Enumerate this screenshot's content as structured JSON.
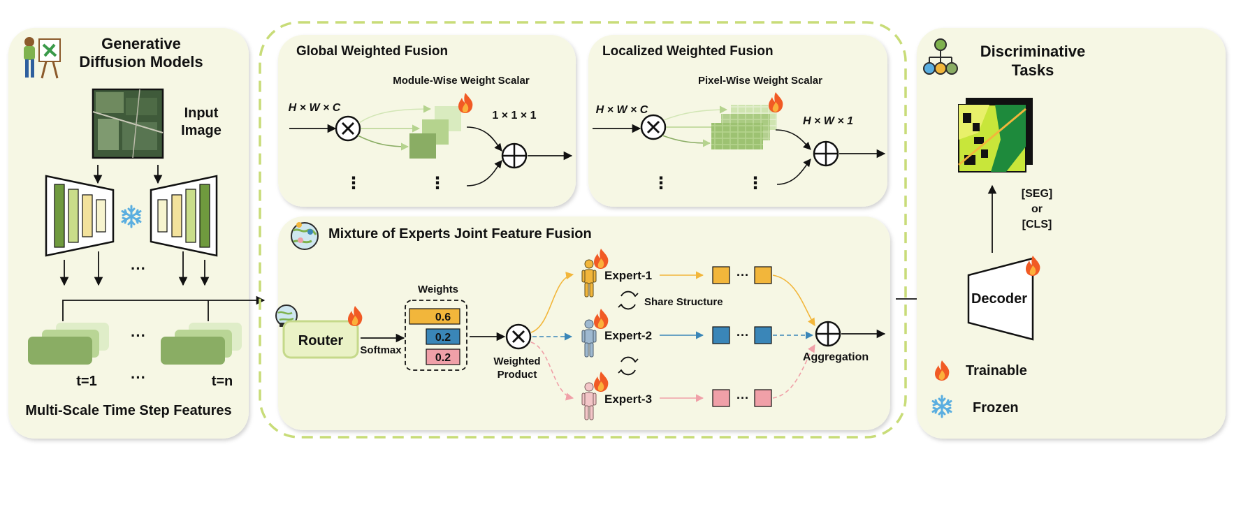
{
  "left_panel": {
    "title_line1": "Generative",
    "title_line2": "Diffusion Models",
    "input_label_line1": "Input",
    "input_label_line2": "Image",
    "ellipsis_unet": "···",
    "ellipsis_features": "···",
    "ellipsis_steps": "···",
    "t1_label": "t=1",
    "tn_label": "t=n",
    "footer": "Multi-Scale Time Step Features"
  },
  "global_fusion": {
    "title": "Global Weighted Fusion",
    "subtitle": "Module-Wise Weight Scalar",
    "input_dims": "H × W × C",
    "output_dims": "1 × 1 × 1",
    "vdots": "⋮"
  },
  "local_fusion": {
    "title": "Localized Weighted Fusion",
    "subtitle": "Pixel-Wise Weight Scalar",
    "input_dims": "H × W × C",
    "output_dims": "H × W × 1",
    "vdots": "⋮"
  },
  "moe": {
    "title": "Mixture of Experts Joint Feature Fusion",
    "router_label": "Router",
    "softmax_label": "Softmax",
    "weights_title": "Weights",
    "weights": [
      {
        "value": "0.6",
        "color": "#f2b63b"
      },
      {
        "value": "0.2",
        "color": "#3a86b8"
      },
      {
        "value": "0.2",
        "color": "#f0a0a8"
      }
    ],
    "weighted_product_line1": "Weighted",
    "weighted_product_line2": "Product",
    "experts": [
      {
        "label": "Expert-1",
        "color": "#f2b63b"
      },
      {
        "label": "Expert-2",
        "color": "#3a86b8"
      },
      {
        "label": "Expert-3",
        "color": "#f0a0a8"
      }
    ],
    "share_structure": "Share Structure",
    "aggregation": "Aggregation",
    "dots": "···"
  },
  "right_panel": {
    "title_line1": "Discriminative",
    "title_line2": "Tasks",
    "task_line1": "[SEG]",
    "task_line2": "or",
    "task_line3": "[CLS]",
    "decoder": "Decoder",
    "legend_trainable": "Trainable",
    "legend_frozen": "Frozen"
  },
  "colors": {
    "panel_bg": "#f6f7e4",
    "dashed_border": "#c8dc78",
    "dark_green": "#8aad64",
    "light_green": "#c7e1a5",
    "yellow": "#f2b63b",
    "blue": "#3a86b8",
    "pink": "#f0a0a8"
  }
}
